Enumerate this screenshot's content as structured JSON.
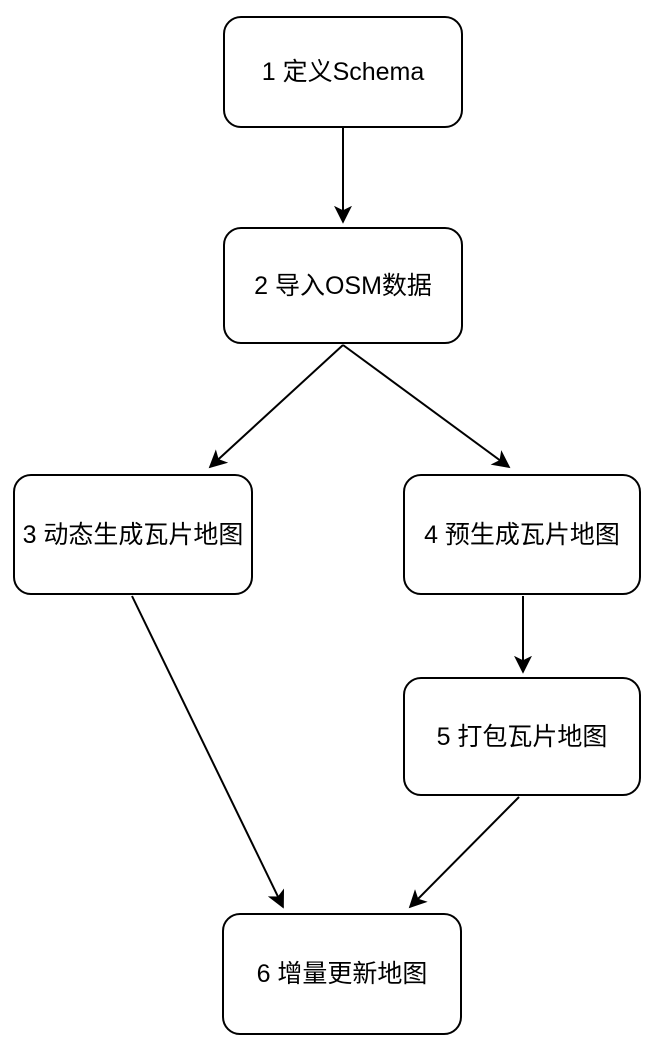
{
  "diagram": {
    "type": "flowchart",
    "background_color": "#ffffff",
    "node_fill_color": "#ffffff",
    "node_stroke_color": "#000000",
    "text_color": "#000000",
    "arrow_color": "#000000",
    "nodes": [
      {
        "id": "1",
        "label": "1 定义Schema"
      },
      {
        "id": "2",
        "label": "2 导入OSM数据"
      },
      {
        "id": "3",
        "label": "3 动态生成瓦片地图"
      },
      {
        "id": "4",
        "label": "4 预生成瓦片地图"
      },
      {
        "id": "5",
        "label": "5 打包瓦片地图"
      },
      {
        "id": "6",
        "label": "6 增量更新地图"
      }
    ],
    "edges": [
      {
        "from": "1",
        "to": "2"
      },
      {
        "from": "2",
        "to": "3"
      },
      {
        "from": "2",
        "to": "4"
      },
      {
        "from": "4",
        "to": "5"
      },
      {
        "from": "3",
        "to": "6"
      },
      {
        "from": "5",
        "to": "6"
      }
    ]
  }
}
